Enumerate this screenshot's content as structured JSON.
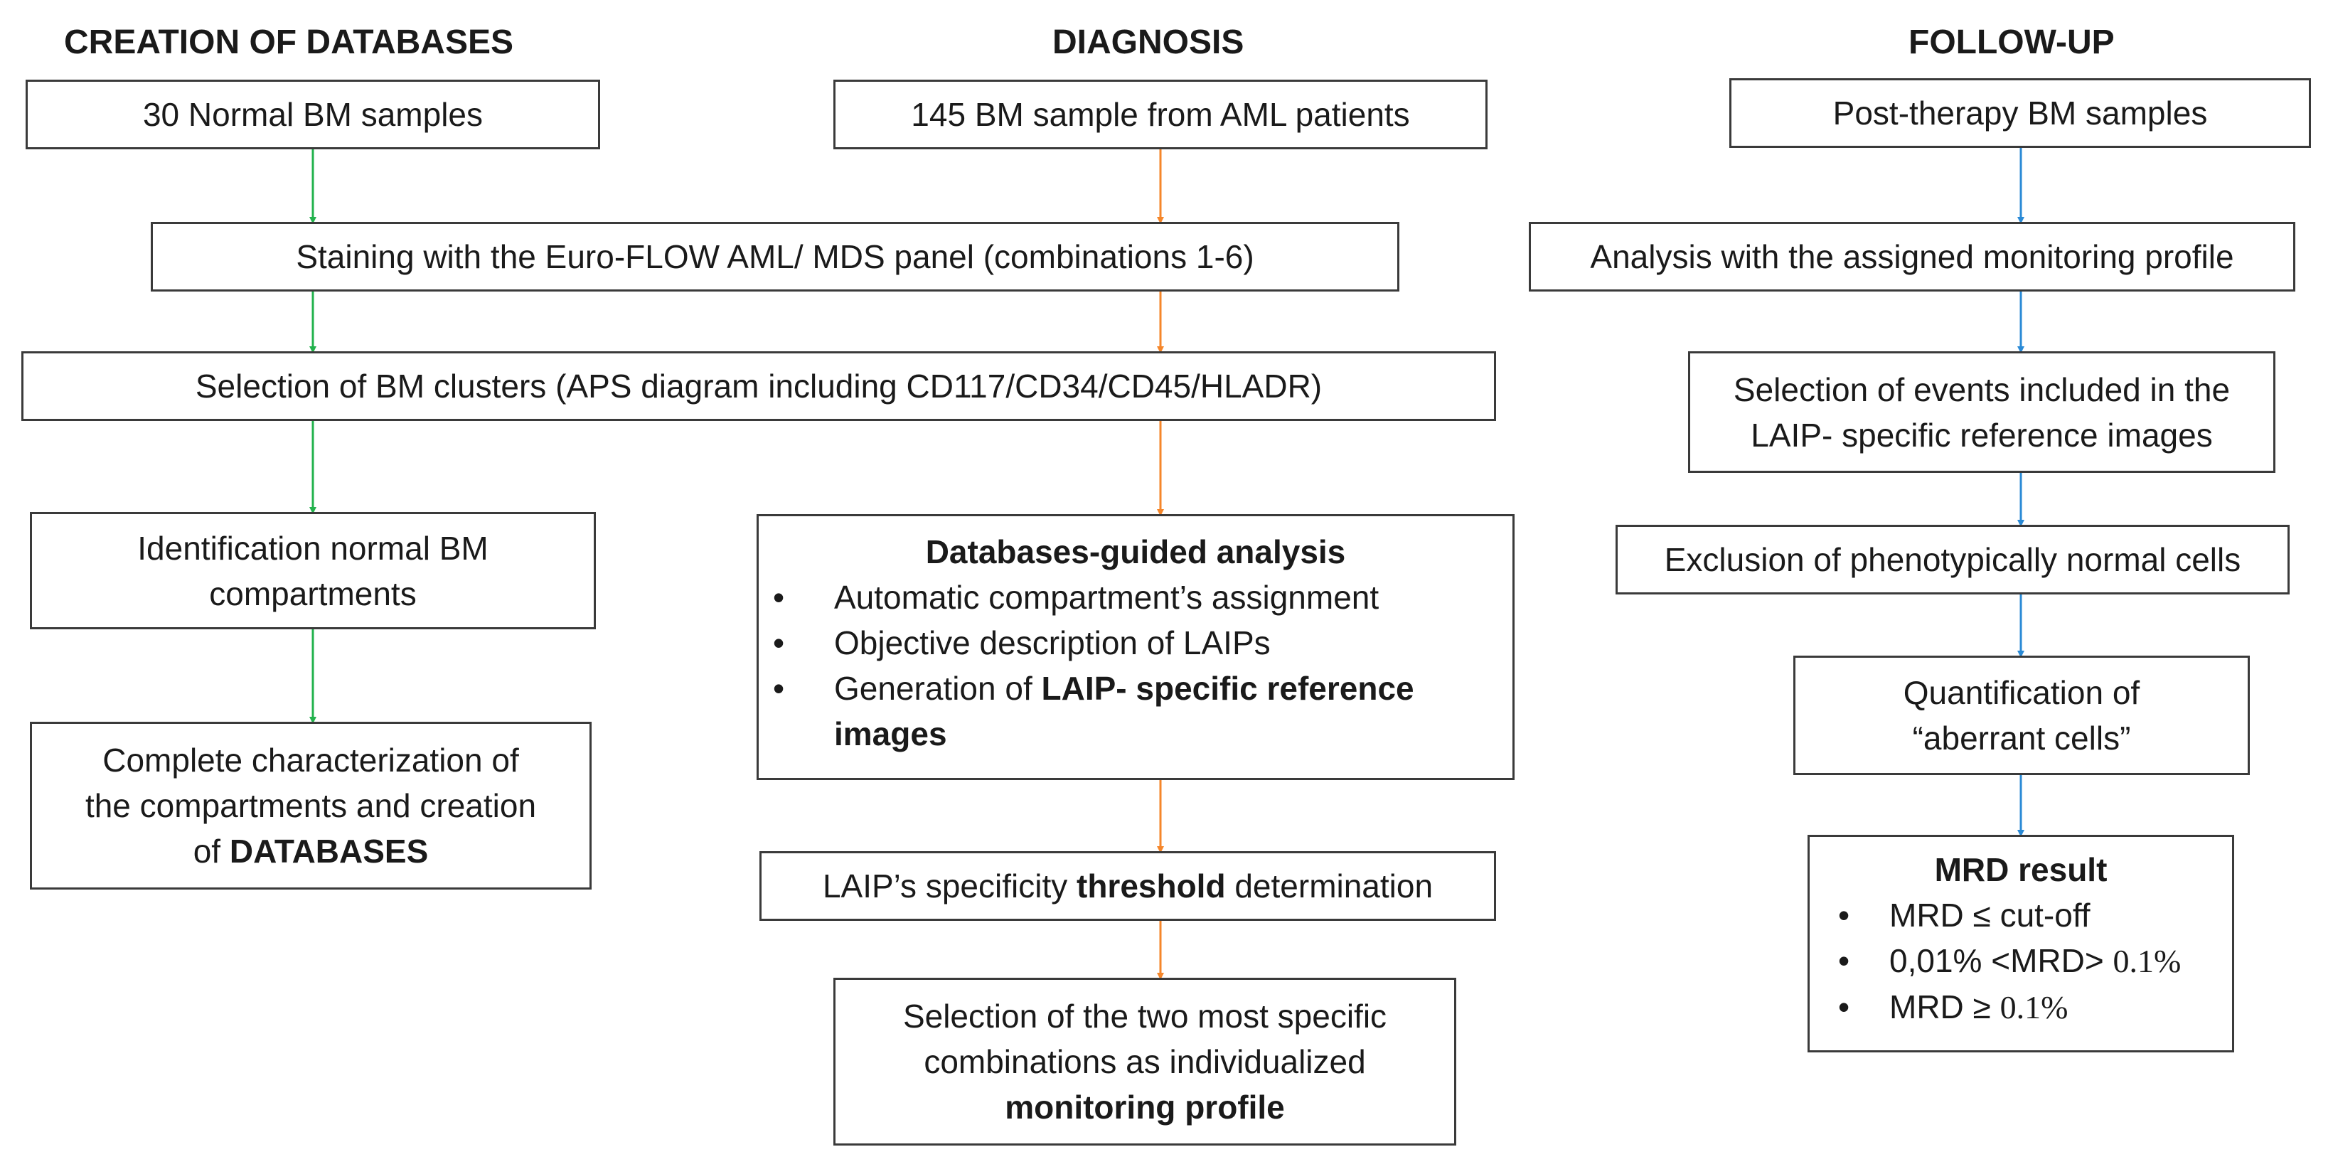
{
  "headings": {
    "databases": "CREATION OF DATABASES",
    "diagnosis": "DIAGNOSIS",
    "followup": "FOLLOW-UP"
  },
  "colors": {
    "databases_arrow": "#22b24c",
    "diagnosis_arrow": "#f5862a",
    "followup_arrow": "#2a8ad6",
    "box_border": "#3a3a3a"
  },
  "boxes": {
    "normal_bm": "30 Normal BM samples",
    "aml_bm": "145 BM sample from AML patients",
    "post_therapy": "Post-therapy BM samples",
    "staining": "Staining with the Euro-FLOW AML/ MDS panel (combinations 1-6)",
    "analysis_profile": "Analysis with the assigned monitoring profile",
    "selection_clusters": "Selection of BM clusters (APS diagram including CD117/CD34/CD45/HLADR)",
    "selection_events": [
      "Selection of events included in the",
      "LAIP- specific reference images"
    ],
    "identification": [
      "Identification normal BM",
      "compartments"
    ],
    "databases_guided": {
      "title": "Databases-guided analysis",
      "bullet_1": "Automatic compartment’s assignment",
      "bullet_2": "Objective description of LAIPs",
      "bullet_3_prefix": "Generation of ",
      "bullet_3_bold": "LAIP- specific reference",
      "bullet_3_cont": "images"
    },
    "exclusion": "Exclusion of phenotypically normal cells",
    "characterization": {
      "line1": "Complete characterization of",
      "line2": "the compartments and creation",
      "line3_prefix": "of ",
      "line3_bold": "DATABASES"
    },
    "quantification": [
      "Quantification of",
      "“aberrant cells”"
    ],
    "threshold": {
      "prefix": "LAIP’s specificity ",
      "bold": "threshold",
      "suffix": " determination"
    },
    "mrd": {
      "title": "MRD result",
      "bullet_1": "MRD ≤ cut-off",
      "bullet_2_a": "0,01% <MRD> ",
      "bullet_2_b": "0.1%",
      "bullet_3_a": "MRD ≥ ",
      "bullet_3_b": "0.1%"
    },
    "monitoring": {
      "line1": "Selection of the two most specific",
      "line2": "combinations as individualized",
      "line3_bold": "monitoring profile"
    }
  }
}
